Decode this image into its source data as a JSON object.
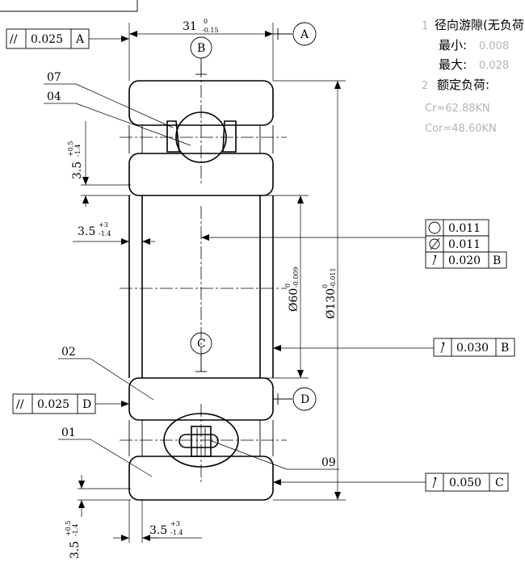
{
  "dims": {
    "width_nominal": "31",
    "width_tol_upper": "0",
    "width_tol_lower": "-0.15",
    "outer_dia_nominal": "Ø130",
    "outer_dia_tol_upper": "0",
    "outer_dia_tol_lower": "-0.011",
    "inner_dia_nominal": "Ø60",
    "inner_dia_tol_upper": "0",
    "inner_dia_tol_lower": "-0.009",
    "chamfer_v_nominal": "3.5",
    "chamfer_v_tol_upper": "+0.5",
    "chamfer_v_tol_lower": "-1.4",
    "chamfer_h_nominal": "3.5",
    "chamfer_h_tol_upper": "+3",
    "chamfer_h_tol_lower": "-1.4"
  },
  "datums": [
    "A",
    "B",
    "C",
    "D"
  ],
  "frames": {
    "parallel_a": {
      "symbol": "//",
      "value": "0.025",
      "datum": "A"
    },
    "parallel_d": {
      "symbol": "//",
      "value": "0.025",
      "datum": "D"
    },
    "roundness": {
      "value": "0.011"
    },
    "cylindricity": {
      "value": "0.011"
    },
    "runout_b_inner": {
      "value": "0.020",
      "datum": "B"
    },
    "runout_b_outer": {
      "value": "0.030",
      "datum": "B"
    },
    "runout_c": {
      "value": "0.050",
      "datum": "C"
    }
  },
  "parts": [
    "07",
    "04",
    "02",
    "01",
    "09"
  ],
  "notes": {
    "n1_index": "1",
    "n1_title": "径向游隙(无负荷",
    "min_label": "最小:",
    "min_value": "0.008",
    "max_label": "最大:",
    "max_value": "0.028",
    "n2_index": "2",
    "n2_title": "额定负荷:",
    "cr": "Cr=62.88KN",
    "cor": "Cor=48.60KN"
  }
}
